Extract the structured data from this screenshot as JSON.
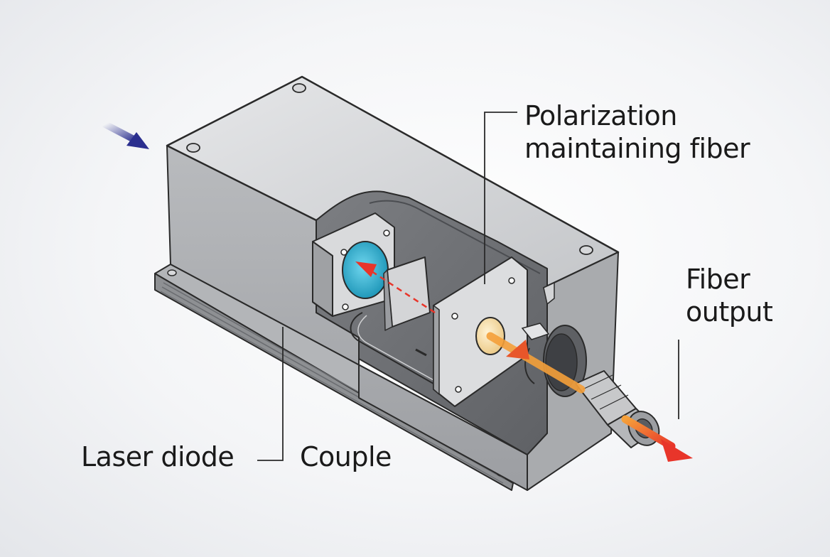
{
  "labels": {
    "pmf_line1": "Polarization",
    "pmf_line2": "maintaining fiber",
    "fiber_output_line1": "Fiber",
    "fiber_output_line2": "output",
    "laser_diode": "Laser diode",
    "couple": "Couple"
  },
  "colors": {
    "housing": "#c9cacc",
    "housing_dark": "#8e9093",
    "interior": "#6e7073",
    "lens_blue": "#2fb6d6",
    "lens_yellow": "#f4dca0",
    "beam_red": "#e8352a",
    "beam_orange": "#f07a1e",
    "input_arrow": "#2b2f8f",
    "stroke": "#2a2a2a"
  }
}
